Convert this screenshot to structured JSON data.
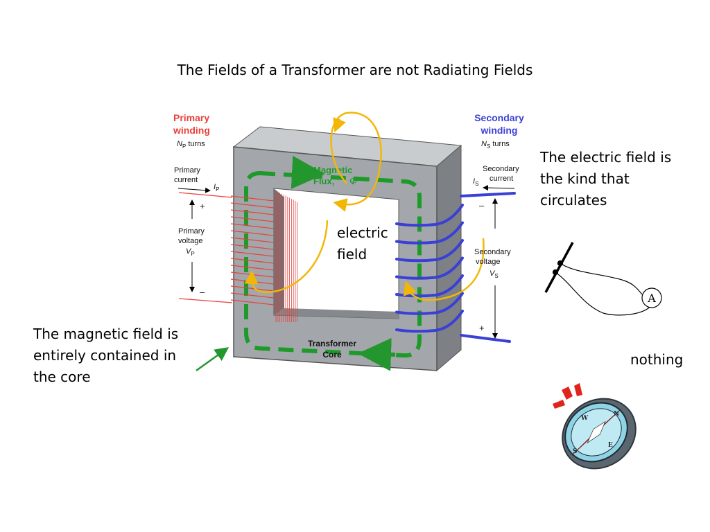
{
  "slide": {
    "title": "The Fields of a Transformer are not Radiating Fields",
    "magnetic_note": [
      "The magnetic field is",
      "entirely contained in",
      "the core"
    ],
    "electric_note": [
      "The electric field is",
      "the kind that",
      "circulates"
    ],
    "nothing_label": "nothing",
    "electric_field_label": [
      "electric",
      "field"
    ]
  },
  "figure": {
    "primary_winding": "Primary",
    "primary_winding_2": "winding",
    "primary_turns_sym": "N",
    "primary_turns_sub": "P",
    "primary_turns_word": " turns",
    "primary_current_1": "Primary",
    "primary_current_2": "current",
    "primary_current_sym": "I",
    "primary_current_sub": "P",
    "primary_voltage_1": "Primary",
    "primary_voltage_2": "voltage",
    "primary_voltage_sym": "V",
    "primary_voltage_sub": "P",
    "plus": "+",
    "minus": "–",
    "secondary_winding": "Secondary",
    "secondary_winding_2": "winding",
    "secondary_turns_sym": "N",
    "secondary_turns_sub": "S",
    "secondary_turns_word": " turns",
    "secondary_current_1": "Secondary",
    "secondary_current_2": "current",
    "secondary_current_sym": "I",
    "secondary_current_sub": "S",
    "secondary_voltage_1": "Secondary",
    "secondary_voltage_2": "voltage",
    "secondary_voltage_sym": "V",
    "secondary_voltage_sub": "S",
    "flux_1": "Magnetic",
    "flux_2": "Flux,",
    "flux_sym": "Φ",
    "core_1": "Transformer",
    "core_2": "Core",
    "ammeter": "A",
    "compass_n": "N",
    "compass_s": "S",
    "compass_e": "E",
    "compass_w": "W"
  },
  "colors": {
    "primary": "#e8413c",
    "secondary": "#3a3fd6",
    "flux": "#1e9a2a",
    "efield": "#f2b705",
    "core": "#9ea2a6",
    "arrow_green": "#23962e"
  }
}
